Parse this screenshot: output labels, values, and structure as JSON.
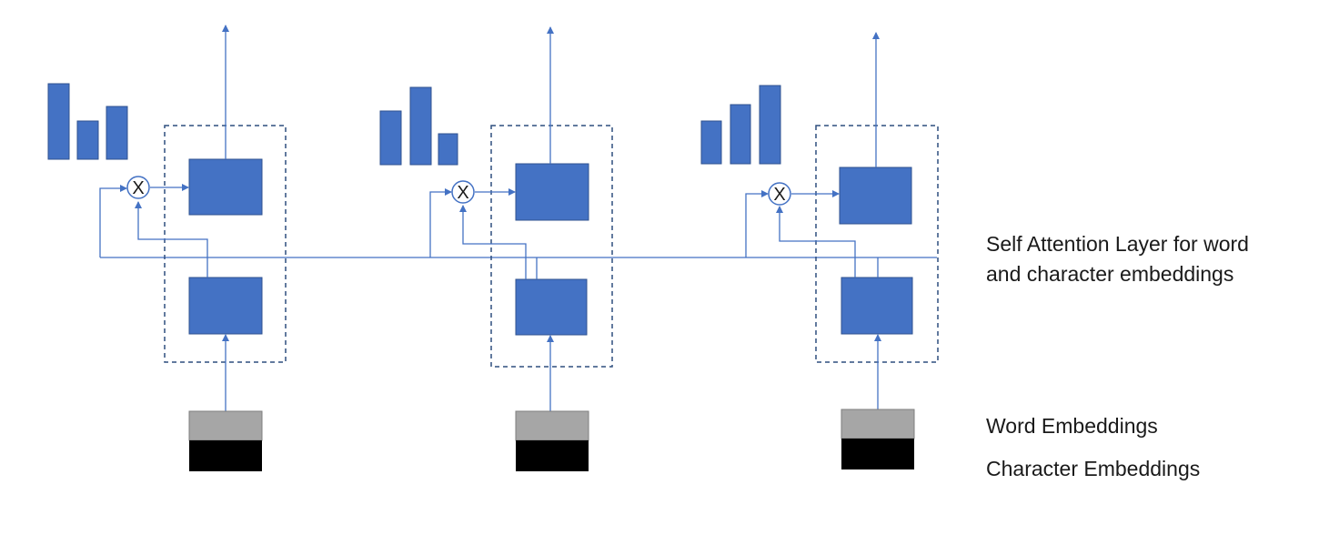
{
  "labels": {
    "self_attention_line1": "Self Attention Layer for word",
    "self_attention_line2": "and character embeddings",
    "word_embeddings": "Word Embeddings",
    "character_embeddings": "Character Embeddings"
  },
  "multiply_symbol": "X",
  "colors": {
    "block": "#4472C4",
    "block_border": "#2F528F",
    "line": "#4472C4",
    "dashed_border": "#2F4F7F",
    "word_embedding": "#A6A6A6",
    "character_embedding": "#000000"
  },
  "attention_weights": [
    [
      1.0,
      0.5,
      0.69
    ],
    [
      0.71,
      1.0,
      0.38
    ],
    [
      0.54,
      0.75,
      1.0
    ]
  ]
}
